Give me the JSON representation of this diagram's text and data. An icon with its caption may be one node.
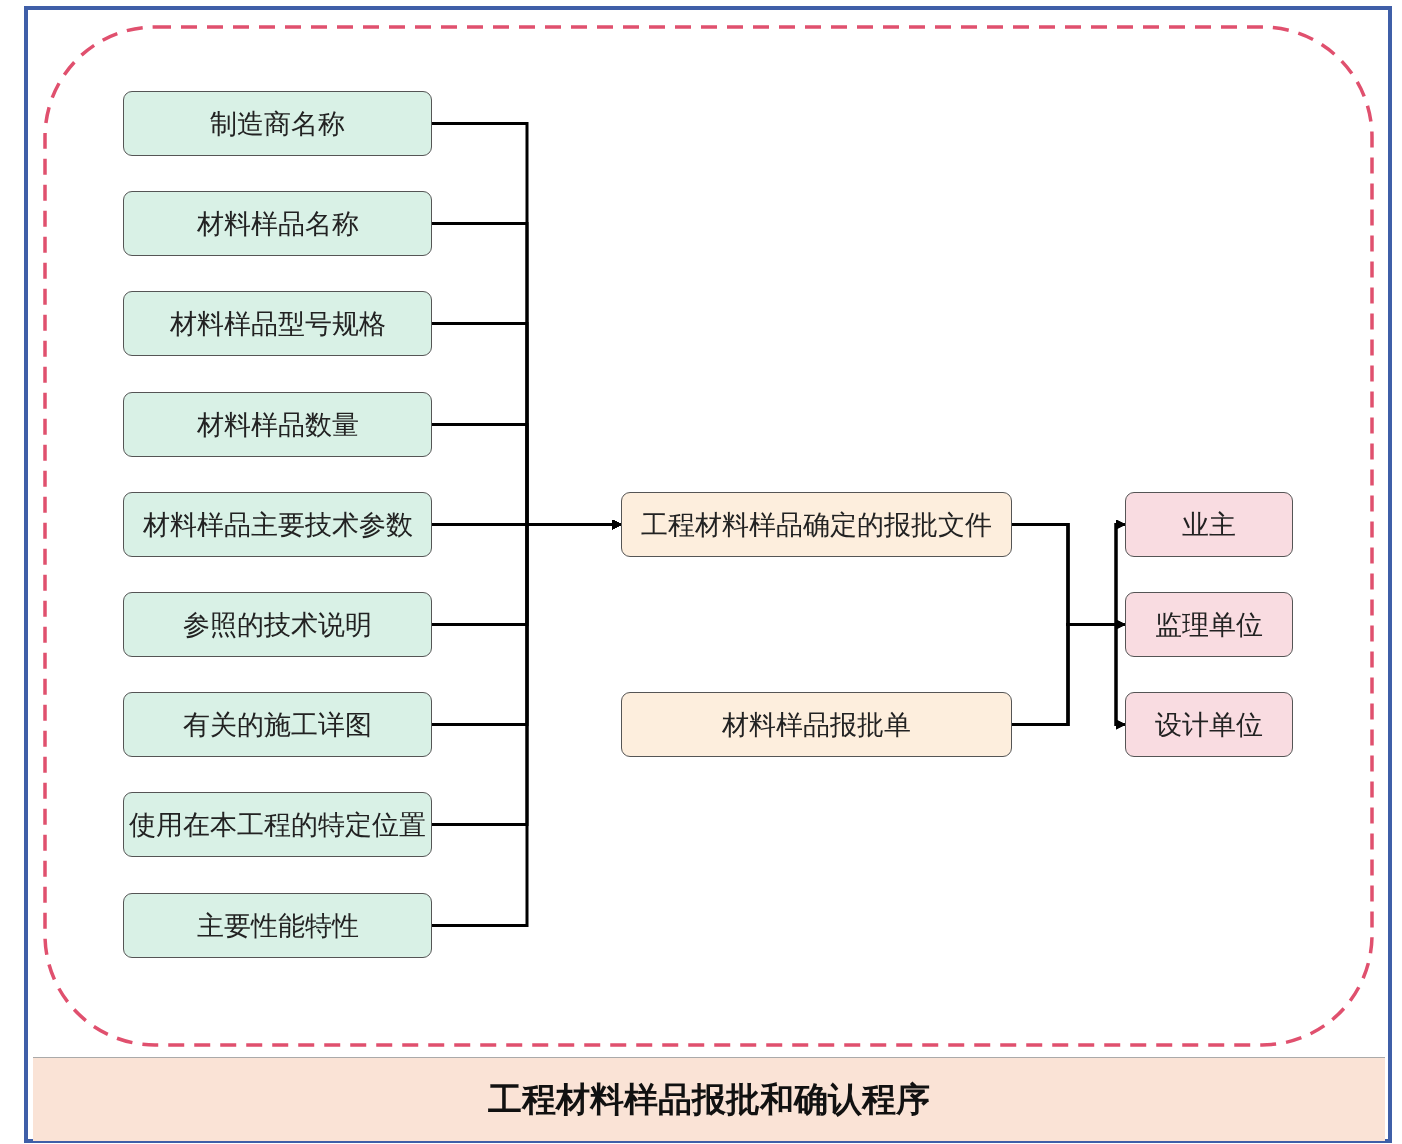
{
  "diagram": {
    "caption": "工程材料样品报批和确认程序",
    "nodes": [
      {
        "text": [
          "制造商名称"
        ]
      },
      {
        "text": [
          "材料样品名称"
        ]
      },
      {
        "text": [
          "材料样品型号规格"
        ]
      },
      {
        "text": [
          "材料样品数量"
        ]
      },
      {
        "text": [
          "材料样品主要技术参数"
        ]
      },
      {
        "text": [
          "参照的技术说明"
        ]
      },
      {
        "text": [
          "有关的施工详图"
        ]
      },
      {
        "text": [
          "使用在本工程的特定位置"
        ]
      },
      {
        "text": [
          "主要性能特性"
        ]
      },
      {
        "text": [
          "工程材料样品确定的报批文件"
        ]
      },
      {
        "text": [
          "材料样品报批单"
        ]
      },
      {
        "text": [
          "业主"
        ]
      },
      {
        "text": [
          "监理单位"
        ]
      },
      {
        "text": [
          "设计单位"
        ]
      }
    ],
    "edges": [
      {
        "from": 0,
        "to": 9,
        "arrow": "to"
      },
      {
        "from": 1,
        "to": 9,
        "arrow": "to"
      },
      {
        "from": 2,
        "to": 9,
        "arrow": "to"
      },
      {
        "from": 3,
        "to": 9,
        "arrow": "to"
      },
      {
        "from": 4,
        "to": 9,
        "arrow": "to"
      },
      {
        "from": 5,
        "to": 9,
        "arrow": "to"
      },
      {
        "from": 6,
        "to": 9,
        "arrow": "to"
      },
      {
        "from": 7,
        "to": 9,
        "arrow": "to"
      },
      {
        "from": 8,
        "to": 9,
        "arrow": "to"
      },
      {
        "from": 9,
        "to": 11,
        "arrow": "to"
      },
      {
        "from": 9,
        "to": 12,
        "arrow": "to"
      },
      {
        "from": 9,
        "to": 13,
        "arrow": "to"
      },
      {
        "from": 10,
        "to": 11,
        "arrow": "to"
      },
      {
        "from": 10,
        "to": 12,
        "arrow": "to"
      },
      {
        "from": 10,
        "to": 13,
        "arrow": "to"
      }
    ]
  }
}
